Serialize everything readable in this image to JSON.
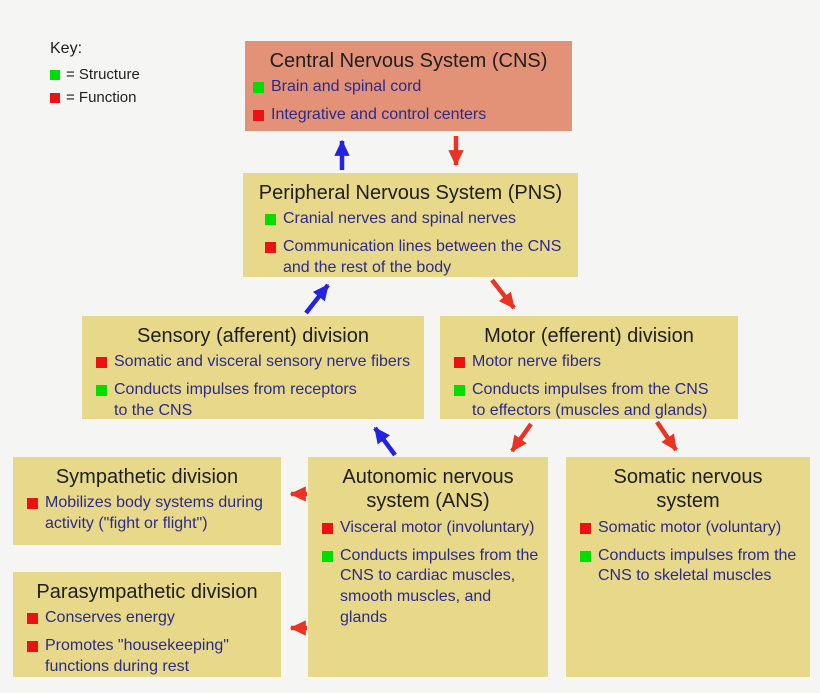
{
  "colors": {
    "background": "#f5f5f4",
    "cns_box": "#e39177",
    "other_box": "#e7d88a",
    "structure_marker": "#00dd00",
    "function_marker": "#ee1111",
    "afferent_arrow_blue": "#2222e0",
    "efferent_arrow_red": "#ea3323",
    "title_text": "#1e1e1e",
    "bullet_text": "#2b2b8a"
  },
  "key": {
    "title": "Key:",
    "items": [
      {
        "type": "structure",
        "label": "= Structure"
      },
      {
        "type": "function",
        "label": "= Function"
      }
    ]
  },
  "boxes": {
    "cns": {
      "title": "Central Nervous System (CNS)",
      "bullets": [
        {
          "type": "structure",
          "text": "Brain and spinal cord"
        },
        {
          "type": "function",
          "text": "Integrative and control centers"
        }
      ]
    },
    "pns": {
      "title": "Peripheral Nervous System (PNS)",
      "bullets": [
        {
          "type": "structure",
          "text": "Cranial nerves and spinal nerves"
        },
        {
          "type": "function",
          "text": "Communication lines between the CNS\nand the rest of the body"
        }
      ]
    },
    "sensory": {
      "title": "Sensory (afferent) division",
      "bullets": [
        {
          "type": "function",
          "text": "Somatic and visceral sensory nerve fibers"
        },
        {
          "type": "structure",
          "text": "Conducts impulses from receptors\nto the CNS"
        }
      ]
    },
    "motor": {
      "title": "Motor (efferent) division",
      "bullets": [
        {
          "type": "function",
          "text": "Motor nerve fibers"
        },
        {
          "type": "structure",
          "text": "Conducts impulses from the CNS\nto effectors (muscles and glands)"
        }
      ]
    },
    "sympathetic": {
      "title": "Sympathetic division",
      "bullets": [
        {
          "type": "function",
          "text": "Mobilizes body systems during\nactivity (\"fight or flight\")"
        }
      ]
    },
    "ans": {
      "title": "Autonomic nervous\nsystem (ANS)",
      "bullets": [
        {
          "type": "function",
          "text": "Visceral motor (involuntary)"
        },
        {
          "type": "structure",
          "text": "Conducts impulses from the\nCNS to cardiac muscles,\nsmooth muscles, and glands"
        }
      ]
    },
    "somatic": {
      "title": "Somatic nervous\nsystem",
      "bullets": [
        {
          "type": "function",
          "text": "Somatic motor (voluntary)"
        },
        {
          "type": "structure",
          "text": "Conducts impulses from the\nCNS to skeletal muscles"
        }
      ]
    },
    "parasympathetic": {
      "title": "Parasympathetic division",
      "bullets": [
        {
          "type": "function",
          "text": "Conserves energy"
        },
        {
          "type": "function",
          "text": "Promotes \"housekeeping\"\nfunctions during rest"
        }
      ]
    }
  },
  "arrows": [
    {
      "name": "pns-to-cns",
      "color": "#2222e0"
    },
    {
      "name": "cns-to-pns",
      "color": "#ea3323"
    },
    {
      "name": "sensory-to-pns",
      "color": "#2222e0"
    },
    {
      "name": "pns-to-motor",
      "color": "#ea3323"
    },
    {
      "name": "ans-to-sensory",
      "color": "#2222e0"
    },
    {
      "name": "motor-to-ans",
      "color": "#ea3323"
    },
    {
      "name": "motor-to-somatic",
      "color": "#ea3323"
    },
    {
      "name": "ans-to-sympathetic",
      "color": "#ea3323"
    },
    {
      "name": "ans-to-parasympathetic",
      "color": "#ea3323"
    }
  ]
}
